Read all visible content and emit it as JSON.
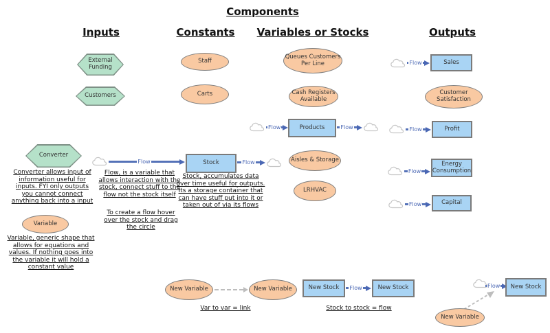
{
  "title": "Components",
  "columns": {
    "inputs": "Inputs",
    "constants": "Constants",
    "variables": "Variables or Stocks",
    "outputs": "Outputs"
  },
  "flow_label": "Flow",
  "inputs": {
    "external_funding": "External Funding",
    "customers": "Customers",
    "converter": "Converter",
    "converter_note": "Converter allows input of information useful for inputs. FYI only outputs you cannot connect anything back into a input",
    "variable": "Variable",
    "variable_note": "Variable, generic shape that allows for equations and values. If nothing goes into the variable it will hold a constant value"
  },
  "constants": {
    "items": [
      "Staff",
      "Carts"
    ]
  },
  "variables": {
    "queues": "Queues Customers Per Line",
    "cash_registers": "Cash Registers Available",
    "products": "Products",
    "aisles": "Aisles & Storage",
    "lrhvac": "LRHVAC"
  },
  "flow_demo": {
    "stock": "Stock",
    "flow_note": "Flow, is a variable that allows interaction with the stock, connect stuff to the flow not the stock itself",
    "flow_tip": "To create a flow hover over the stock and drag the circle",
    "stock_note": "Stock, accumulates data over time useful for outputs. Its a storage container that can have stuff put into it or taken out of via its flows"
  },
  "outputs": {
    "sales": "Sales",
    "customer_satisfaction": "Customer Satisfaction",
    "profit": "Profit",
    "energy_consumption": "Energy Consumption",
    "capital": "Capital"
  },
  "examples": {
    "new_variable_a": "New Variable",
    "new_variable_b": "New Variable",
    "var_link_caption": "Var to var = link",
    "new_stock_a": "New Stock",
    "new_stock_b": "New Stock",
    "stock_flow_caption": "Stock to stock = flow",
    "new_stock_c": "New Stock",
    "new_variable_c": "New Variable"
  },
  "colors": {
    "input_green": "#b5e1c9",
    "constant_orange": "#f9c9a2",
    "stock_blue": "#a9d4f4",
    "flow_blue": "#4a67b4",
    "shape_border": "#7a7a7a",
    "link_gray": "#bdbdbd"
  }
}
